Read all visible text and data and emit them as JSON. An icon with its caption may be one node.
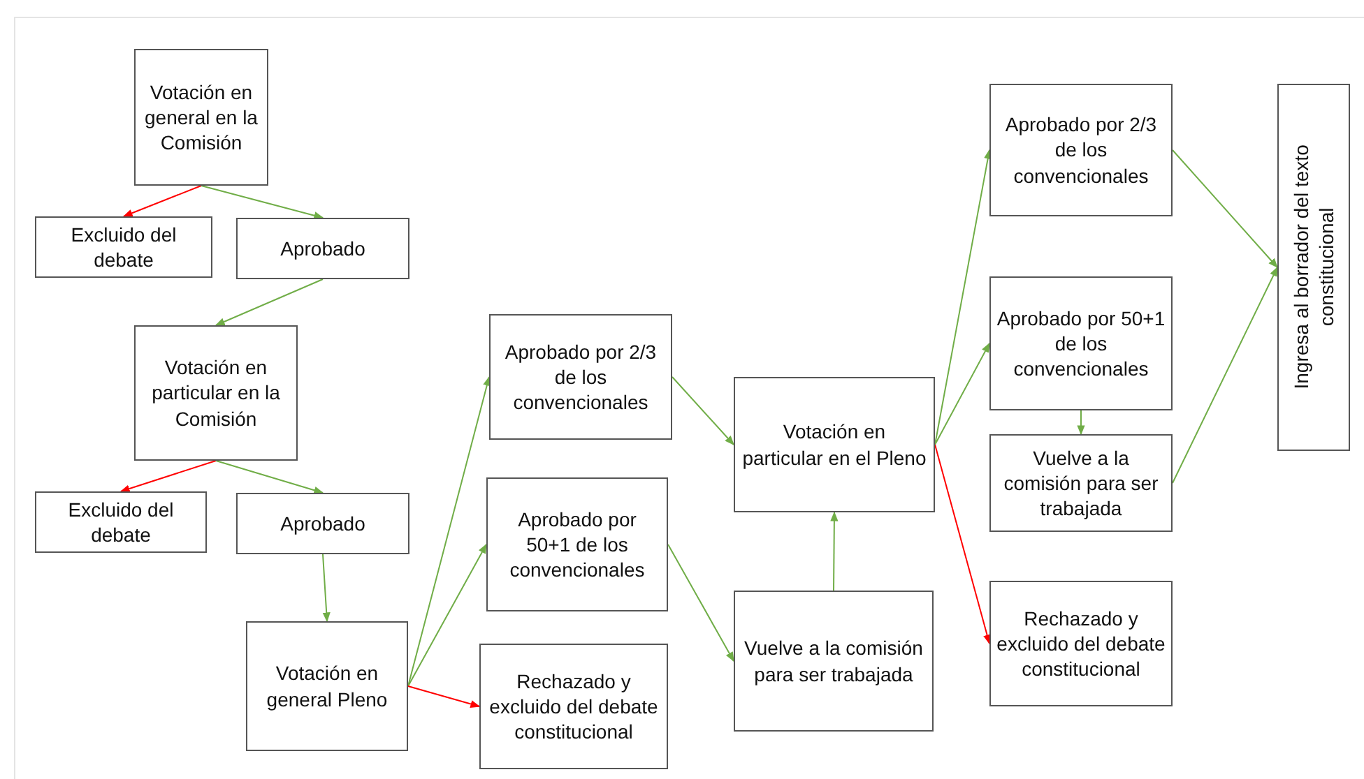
{
  "diagram": {
    "nodes": [
      {
        "text": [
          "Votación en general en la Comisión"
        ]
      },
      {
        "text": [
          "Excluido del debate"
        ]
      },
      {
        "text": [
          "Aprobado"
        ]
      },
      {
        "text": [
          "Votación en particular en la Comisión"
        ]
      },
      {
        "text": [
          "Excluido del debate"
        ]
      },
      {
        "text": [
          "Aprobado"
        ]
      },
      {
        "text": [
          "Votación en general Pleno"
        ]
      },
      {
        "text": [
          "Aprobado por 2/3 de los convencionales"
        ]
      },
      {
        "text": [
          "Aprobado por 50+1 de los convencionales"
        ]
      },
      {
        "text": [
          "Rechazado y excluido del debate constitucional"
        ]
      },
      {
        "text": [
          "Votación en particular en el Pleno"
        ]
      },
      {
        "text": [
          "Vuelve a la comisión para ser trabajada"
        ]
      },
      {
        "text": [
          "Aprobado por 2/3 de los convencionales"
        ]
      },
      {
        "text": [
          "Aprobado por 50+1 de los convencionales"
        ]
      },
      {
        "text": [
          "Vuelve a la comisión para ser trabajada"
        ]
      },
      {
        "text": [
          "Rechazado y excluido del debate constitucional"
        ]
      },
      {
        "text": [
          "Ingresa al borrador del texto constitucional"
        ]
      }
    ],
    "edges": [
      {
        "from": 0,
        "to": 1,
        "arrow": "to",
        "color": "#ff0000"
      },
      {
        "from": 0,
        "to": 2,
        "arrow": "to"
      },
      {
        "from": 2,
        "to": 3,
        "arrow": "to"
      },
      {
        "from": 3,
        "to": 4,
        "arrow": "to",
        "color": "#ff0000"
      },
      {
        "from": 3,
        "to": 5,
        "arrow": "to"
      },
      {
        "from": 5,
        "to": 6,
        "arrow": "to"
      },
      {
        "from": 6,
        "to": 7,
        "arrow": "to"
      },
      {
        "from": 6,
        "to": 8,
        "arrow": "to"
      },
      {
        "from": 6,
        "to": 9,
        "arrow": "to",
        "color": "#ff0000"
      },
      {
        "from": 7,
        "to": 10,
        "arrow": "to"
      },
      {
        "from": 8,
        "to": 11,
        "arrow": "to"
      },
      {
        "from": 11,
        "to": 10,
        "arrow": "to"
      },
      {
        "from": 10,
        "to": 12,
        "arrow": "to"
      },
      {
        "from": 10,
        "to": 13,
        "arrow": "to"
      },
      {
        "from": 10,
        "to": 15,
        "arrow": "to",
        "color": "#ff0000"
      },
      {
        "from": 13,
        "to": 14,
        "arrow": "to"
      },
      {
        "from": 12,
        "to": 16,
        "arrow": "to"
      },
      {
        "from": 14,
        "to": 16,
        "arrow": "to"
      }
    ]
  }
}
